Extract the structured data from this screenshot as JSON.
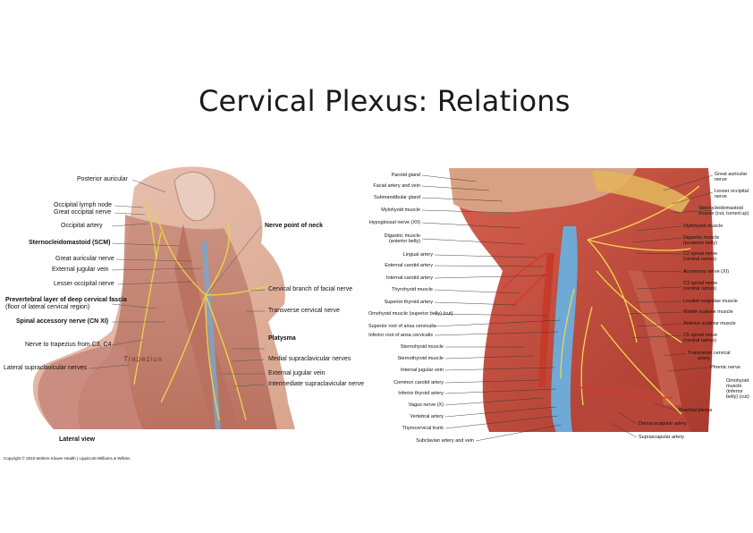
{
  "slide": {
    "title": "Cervical Plexus: Relations"
  },
  "left_figure": {
    "labels_left": [
      "Posterior auricular",
      "Occipital lymph node",
      "Great occipital nerve",
      "Occipital artery",
      "Sternocleidomastoid (SCM)",
      "Great auricular nerve",
      "External jugular vein",
      "Lesser occipital nerve",
      "Prevertebral layer of deep cervical fascia",
      "(floor of lateral cervical region)",
      "Spinal accessory nerve (CN XI)",
      "Nerve to trapezius from C3, C4",
      "Lateral supraclavicular nerves"
    ],
    "labels_right": [
      "Nerve point of neck",
      "Cervical branch of facial nerve",
      "Transverse cervical nerve",
      "Platysma",
      "Medial supraclavicular nerves",
      "External jugular vein",
      "Intermediate supraclavicular nerve"
    ],
    "muscle_label": "Trapezius",
    "view": "Lateral view",
    "copyright": "Copyright © 2010 Wolters Kluwer Health | Lippincott Williams & Wilkins"
  },
  "right_figure": {
    "labels_left": [
      "Parotid gland",
      "Facial artery and vein",
      "Submandibular gland",
      "Mylohyoid muscle",
      "Hypoglossal nerve (XII)",
      "Digastric muscle",
      "(anterior belly)",
      "Lingual artery",
      "External carotid artery",
      "Internal carotid artery",
      "Thyrohyoid muscle",
      "Superior thyroid artery",
      "Omohyoid muscle (superior belly) (cut)",
      "Superior root of ansa cervicalis",
      "Inferior root of ansa cervicalis",
      "Sternohyoid muscle",
      "Sternothyroid muscle",
      "Internal jugular vein",
      "Common carotid artery",
      "Inferior thyroid artery",
      "Vagus nerve (X)",
      "Vertebral artery",
      "Thyrocervical trunk",
      "Subclavian artery and vein"
    ],
    "labels_right": [
      "Great auricular",
      "nerve",
      "Lesser occipital",
      "nerve",
      "Sternocleidomastoid",
      "muscle (cut, turned up)",
      "Stylohyoid muscle",
      "Digastric muscle",
      "(posterior belly)",
      "C2 spinal nerve",
      "(ventral ramus)",
      "Accessory nerve (XI)",
      "C3 spinal nerve",
      "(ventral ramus)",
      "Levator scapulae muscle",
      "Middle scalene muscle",
      "Anterior scalene muscle",
      "C5 spinal nerve",
      "(ventral ramus)",
      "Transverse cervical",
      "artery",
      "Phrenic nerve",
      "Omohyoid",
      "muscle",
      "(inferior",
      "belly) (cut)",
      "Brachial plexus",
      "Dorsal scapular artery",
      "Suprascapular artery"
    ]
  }
}
